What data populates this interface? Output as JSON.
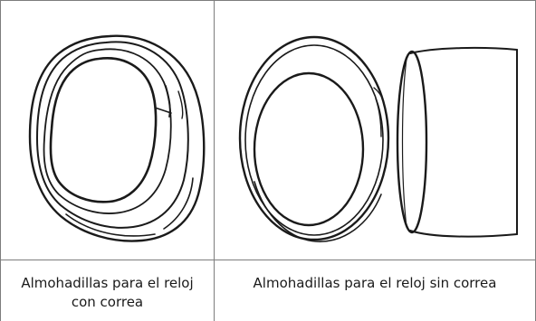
{
  "table": {
    "columns": [
      {
        "id": "with-strap",
        "illustration_icon": "ring-shaped-pad-icon",
        "caption": "Almohadillas para el reloj con correa"
      },
      {
        "id": "without-strap",
        "illustration_icon": "oval-and-cylinder-pad-icon",
        "caption": "Almohadillas para el reloj sin correa"
      }
    ],
    "colors": {
      "border": "#7d7d7d",
      "ink": "#1a1a1a",
      "background": "#ffffff"
    }
  }
}
